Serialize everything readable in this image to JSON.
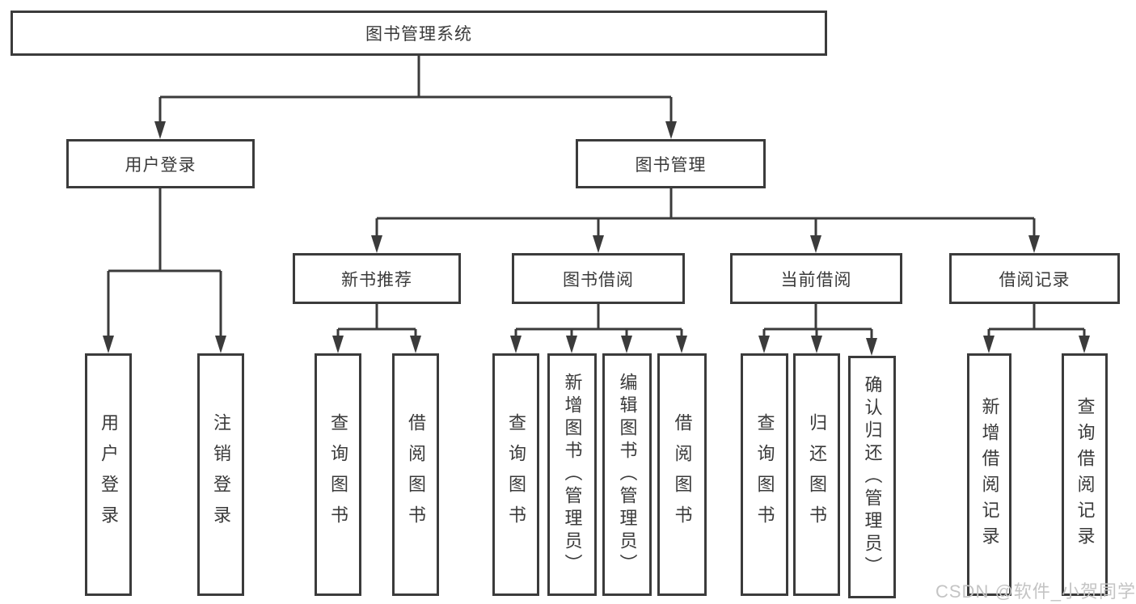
{
  "tree": {
    "root": {
      "label": "图书管理系统",
      "children": [
        {
          "label": "用户登录",
          "children": [
            {
              "label": "用户登录"
            },
            {
              "label": "注销登录"
            }
          ]
        },
        {
          "label": "图书管理",
          "children": [
            {
              "label": "新书推荐",
              "children": [
                {
                  "label": "查询图书"
                },
                {
                  "label": "借阅图书"
                }
              ]
            },
            {
              "label": "图书借阅",
              "children": [
                {
                  "label": "查询图书"
                },
                {
                  "label": "新增图书（管理员）"
                },
                {
                  "label": "编辑图书（管理员）"
                },
                {
                  "label": "借阅图书"
                }
              ]
            },
            {
              "label": "当前借阅",
              "children": [
                {
                  "label": "查询图书"
                },
                {
                  "label": "归还图书"
                },
                {
                  "label": "确认归还（管理员）"
                }
              ]
            },
            {
              "label": "借阅记录",
              "children": [
                {
                  "label": "新增借阅记录"
                },
                {
                  "label": "查询借阅记录"
                }
              ]
            }
          ]
        }
      ]
    }
  },
  "watermark": {
    "text": "CSDN @软件_小贺同学"
  },
  "colors": {
    "line": "#3b3b3b",
    "border": "#3b3b3b",
    "text": "#3a3a3a",
    "watermark": "#c4c4c4",
    "background": "#ffffff"
  }
}
